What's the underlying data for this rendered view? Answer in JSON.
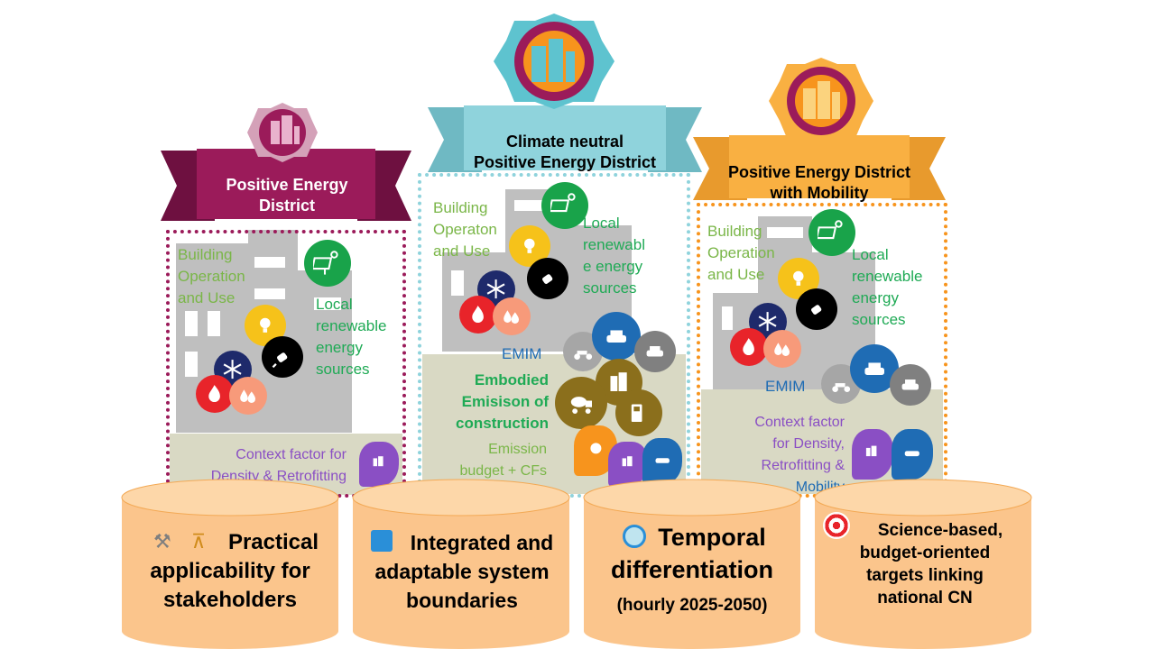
{
  "colors": {
    "maroon": "#9b1b5a",
    "teal": "#8fd3dc",
    "amber": "#f9b042",
    "cylinder": "#fbc58c",
    "building_gray": "#bfbfbf",
    "lower_band": "#d9d9c4"
  },
  "panels": {
    "ped": {
      "ribbon": "Positive Energy\nDistrict",
      "building_use": "Building\nOperation\nand Use",
      "local_renewable": "Local\nrenewable\nenergy\nsources",
      "context": "Context factor for\nDensity & Retrofitting"
    },
    "cnped": {
      "ribbon": "Climate neutral\nPositive Energy District",
      "building_use": "Building\nOperaton\nand Use",
      "local_renewable": "Local\nrenewabl\ne energy\nsources",
      "emim": "EMIM",
      "embodied": "Embodied\nEmisison of\nconstruction",
      "budget": "Emission\nbudget + CFs"
    },
    "pedm": {
      "ribbon": "Positive Energy District\nwith Mobility",
      "building_use": "Building\nOperation\nand Use",
      "local_renewable": "Local\nrenewable\nenergy\nsources",
      "emim": "EMIM",
      "context_main": "Context factor\nfor Density,\nRetrofitting &",
      "context_mobility": "Mobility"
    }
  },
  "cylinders": [
    {
      "icon": "tools-icon",
      "text": "Practical\napplicability for\nstakeholders"
    },
    {
      "icon": "system-icon",
      "text": "Integrated and\nadaptable system\nboundaries"
    },
    {
      "icon": "clock-icon",
      "text": "Temporal\ndifferentiation",
      "sub": "(hourly 2025-2050)"
    },
    {
      "icon": "target-icon",
      "text": "Science-based,\nbudget-oriented\ntargets linking\nnational CN"
    }
  ]
}
